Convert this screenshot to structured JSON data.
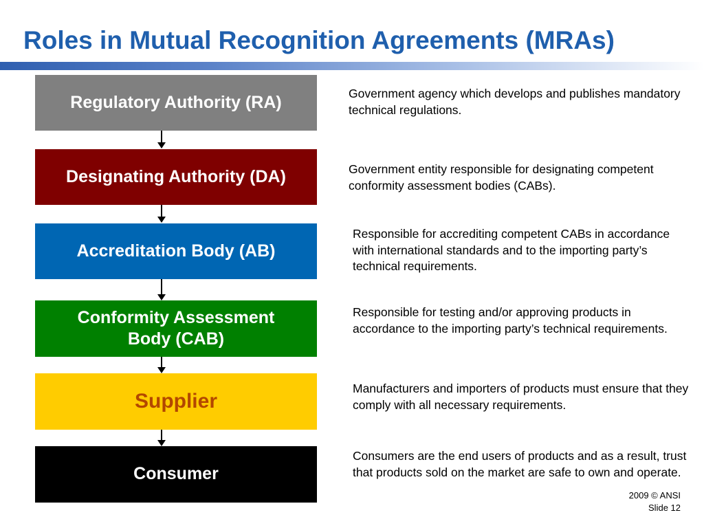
{
  "slide": {
    "title": "Roles in Mutual Recognition Agreements (MRAs)",
    "footer_line1": "2009 © ANSI",
    "footer_line2": "Slide 12"
  },
  "roles": [
    {
      "label": "Regulatory Authority (RA)",
      "color": "#808080",
      "text_color": "#ffffff",
      "description": "Government agency which develops and publishes mandatory technical regulations."
    },
    {
      "label": "Designating Authority (DA)",
      "color": "#7f0000",
      "text_color": "#ffffff",
      "description": "Government entity responsible for designating competent conformity assessment bodies (CABs)."
    },
    {
      "label": "Accreditation Body (AB)",
      "color": "#0066b3",
      "text_color": "#ffffff",
      "description": "Responsible for accrediting competent CABs in accordance with international standards and to the importing party’s technical requirements."
    },
    {
      "label_line1": "Conformity Assessment",
      "label_line2": "Body (CAB)",
      "color": "#008000",
      "text_color": "#ffffff",
      "description": "Responsible for testing and/or approving products in accordance to the importing party’s technical requirements."
    },
    {
      "label": "Supplier",
      "color": "#ffcc00",
      "text_color": "#b34700",
      "description": "Manufacturers and importers of products must ensure that they comply with all necessary requirements."
    },
    {
      "label": "Consumer",
      "color": "#000000",
      "text_color": "#ffffff",
      "description": "Consumers are the end users of products and as a result, trust that products sold on the market are safe to own and operate."
    }
  ]
}
